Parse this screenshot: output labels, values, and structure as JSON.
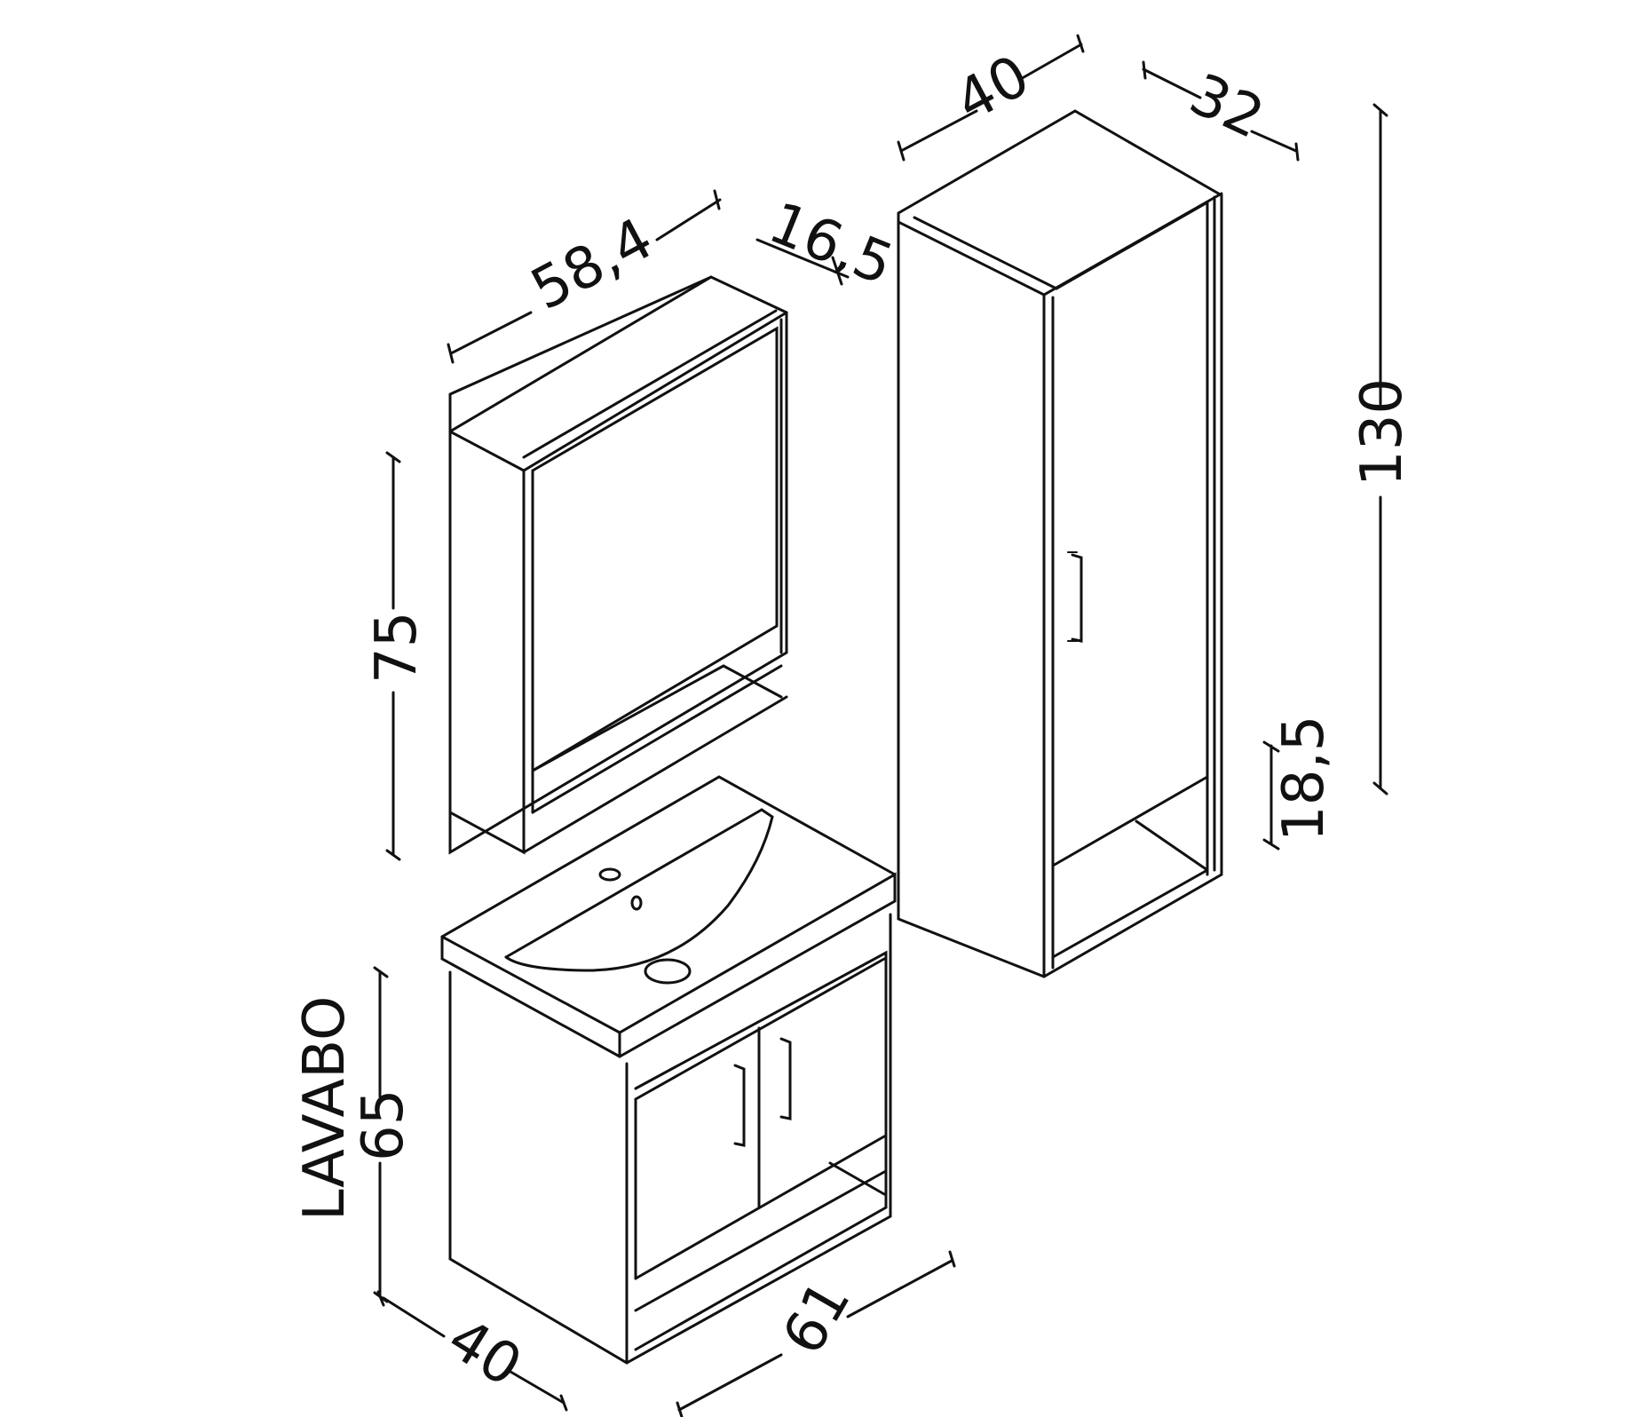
{
  "labels": {
    "mirror_width": "58,4",
    "mirror_depth": "16,5",
    "mirror_height": "75",
    "tall_width": "40",
    "tall_depth": "32",
    "tall_height": "130",
    "tall_shelf": "18,5",
    "vanity_height": "65",
    "vanity_label": "LAVABO",
    "vanity_depth": "40",
    "vanity_width": "61"
  }
}
